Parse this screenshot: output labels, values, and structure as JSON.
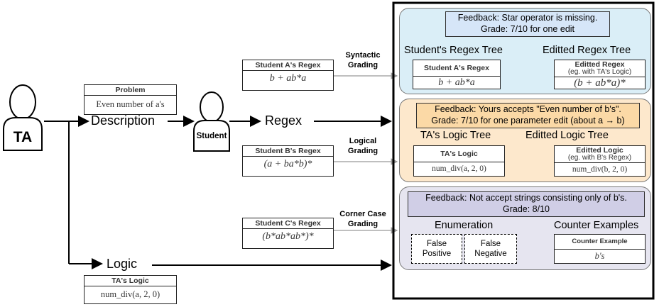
{
  "ta": {
    "label": "TA"
  },
  "student": {
    "label": "Student"
  },
  "problem": {
    "header": "Problem",
    "body": "Even number of a's"
  },
  "flows": {
    "description": "Description",
    "regex": "Regex",
    "logic": "Logic"
  },
  "ta_logic_card": {
    "header": "TA's Logic",
    "body": "num_div(a, 2, 0)"
  },
  "students": [
    {
      "header": "Student A's Regex",
      "body": "b + ab*a",
      "grading": [
        "Syntactic",
        "Grading"
      ]
    },
    {
      "header": "Student B's Regex",
      "body": "(a + ba*b)*",
      "grading": [
        "Logical",
        "Grading"
      ]
    },
    {
      "header": "Student C's Regex",
      "body": "(b*ab*ab*)*",
      "grading": [
        "Corner Case",
        "Grading"
      ]
    }
  ],
  "syntactic": {
    "feedback": [
      "Feedback: Star operator is missing.",
      "Grade: 7/10 for one edit"
    ],
    "tree_from": "Student's Regex Tree",
    "tree_to": "Editted Regex Tree",
    "from_card": {
      "header": "Student A's Regex",
      "body": "b + ab*a"
    },
    "to_card": {
      "header": "Editted Regex",
      "sub": "(eg. with TA's Logic)",
      "body": "(b + ab*a)*"
    }
  },
  "logical": {
    "feedback": [
      "Feedback: Yours accepts \"Even number of b's\".",
      "Grade: 7/10 for one parameter edit (about a → b)"
    ],
    "tree_from": "TA's Logic Tree",
    "tree_to": "Editted Logic Tree",
    "from_card": {
      "header": "TA's Logic",
      "body": "num_div(a, 2, 0)"
    },
    "to_card": {
      "header": "Editted Logic",
      "sub": "(eg. with B's Regex)",
      "body": "num_div(b, 2, 0)"
    }
  },
  "corner": {
    "feedback": [
      "Feedback: Not accept strings consisting only of b's.",
      "Grade: 8/10"
    ],
    "enumeration": "Enumeration",
    "false_positive": [
      "False",
      "Positive"
    ],
    "false_negative": [
      "False",
      "Negative"
    ],
    "counter_title": "Counter Examples",
    "counter_card": {
      "header": "Counter Example",
      "body": "b's"
    }
  },
  "colors": {
    "syntactic_panel": "#daeef7",
    "syntactic_feedback": "#d6e6f8",
    "logical_panel": "#fde8cc",
    "logical_feedback": "#fbd9a6",
    "corner_panel": "#e6e5f0",
    "corner_feedback": "#d0cee6"
  }
}
